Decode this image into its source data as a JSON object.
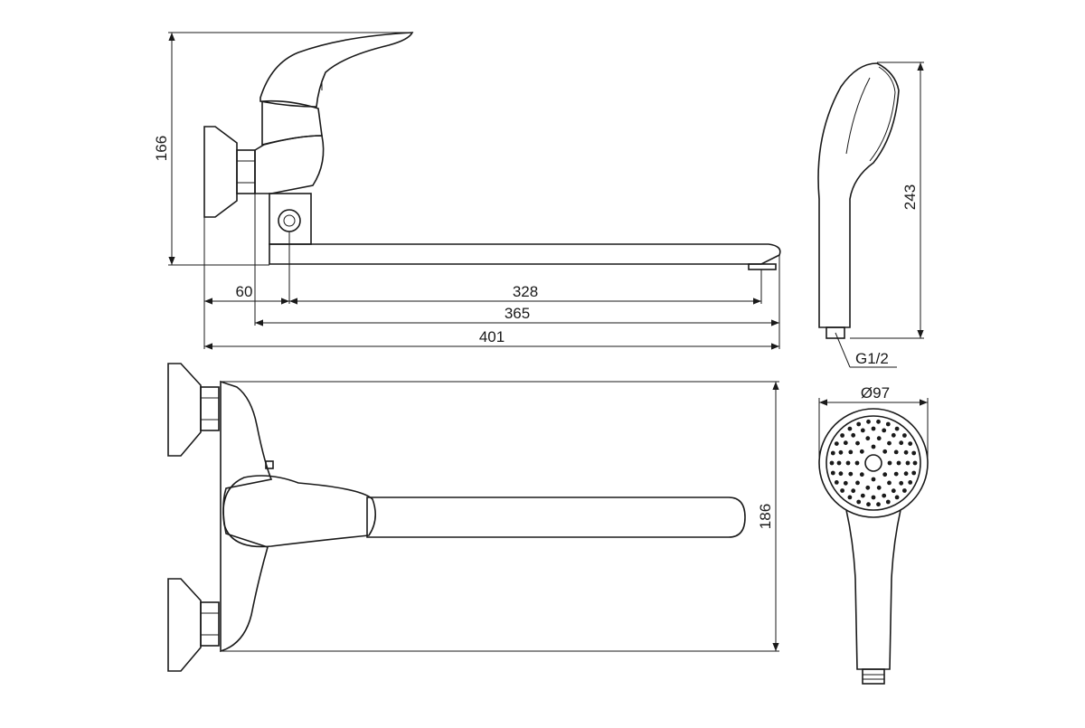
{
  "dimensions": {
    "height_side": "166",
    "wall_offset": "60",
    "spout_reach": "328",
    "spout_length": "365",
    "total_length": "401",
    "depth_top": "186",
    "handshower_length": "243",
    "thread": "G1/2",
    "head_diameter": "Ø97"
  }
}
